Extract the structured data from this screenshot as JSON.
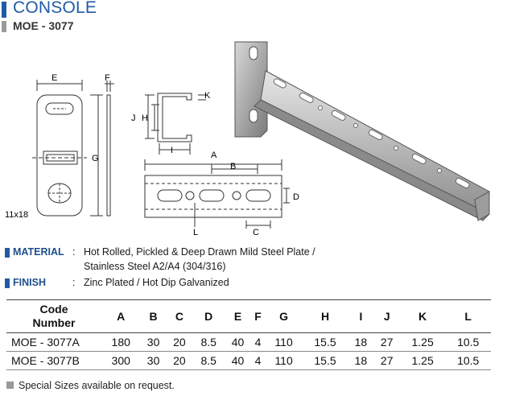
{
  "header": {
    "title": "CONSOLE",
    "subtitle": "MOE - 3077",
    "accent_color": "#1f5aa6"
  },
  "drawing": {
    "labels": {
      "e": "E",
      "f": "F",
      "g": "G",
      "hole": "11x18",
      "k": "K",
      "j": "J",
      "h": "H",
      "i": "I",
      "a": "A",
      "b": "B",
      "d": "D",
      "l": "L",
      "c": "C"
    }
  },
  "specs": {
    "material_key": "MATERIAL",
    "material_line1": "Hot Rolled, Pickled & Deep Drawn Mild Steel Plate /",
    "material_line2": "Stainless Steel A2/A4 (304/316)",
    "finish_key": "FINISH",
    "finish_value": "Zinc Plated / Hot Dip Galvanized",
    "separator": ":"
  },
  "table": {
    "code_header_line1": "Code",
    "code_header_line2": "Number",
    "headers": [
      "A",
      "B",
      "C",
      "D",
      "E",
      "F",
      "G",
      "H",
      "I",
      "J",
      "K",
      "L"
    ],
    "rows": [
      {
        "code": "MOE - 3077A",
        "values": [
          "180",
          "30",
          "20",
          "8.5",
          "40",
          "4",
          "110",
          "15.5",
          "18",
          "27",
          "1.25",
          "10.5"
        ]
      },
      {
        "code": "MOE - 3077B",
        "values": [
          "300",
          "30",
          "20",
          "8.5",
          "40",
          "4",
          "110",
          "15.5",
          "18",
          "27",
          "1.25",
          "10.5"
        ]
      }
    ]
  },
  "note": "Special Sizes available on request."
}
